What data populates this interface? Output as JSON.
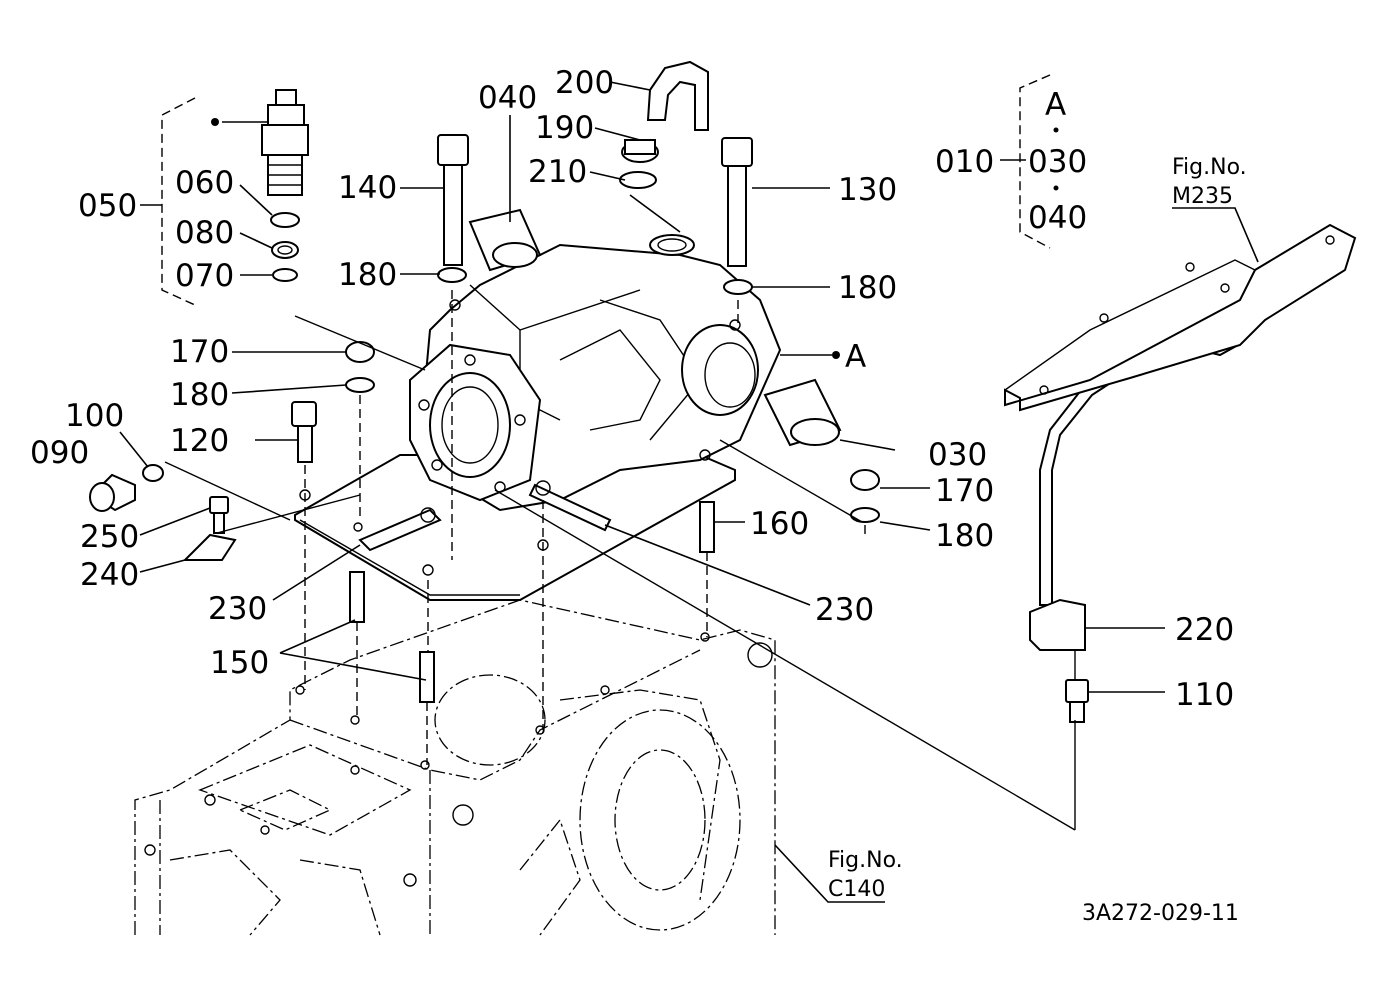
{
  "callouts": {
    "c200": "200",
    "c190": "190",
    "c210": "210",
    "c040": "040",
    "c140": "140",
    "c180a": "180",
    "c130": "130",
    "c180b": "180",
    "c050": "050",
    "c060": "060",
    "c080": "080",
    "c070": "070",
    "c170a": "170",
    "c180c": "180",
    "c100": "100",
    "c090": "090",
    "c120": "120",
    "c250": "250",
    "c240": "240",
    "c230a": "230",
    "c150": "150",
    "c030": "030",
    "c170b": "170",
    "c180d": "180",
    "c160": "160",
    "c230b": "230",
    "c220": "220",
    "c110": "110",
    "c010": "010"
  },
  "group_010": {
    "a": "A",
    "p030": "030",
    "p040": "040"
  },
  "ref_a_label": "A",
  "fig_m235": {
    "line1": "Fig.No.",
    "line2": "M235"
  },
  "fig_c140": {
    "line1": "Fig.No.",
    "line2": "C140"
  },
  "drawing_id": "3A272-029-11"
}
